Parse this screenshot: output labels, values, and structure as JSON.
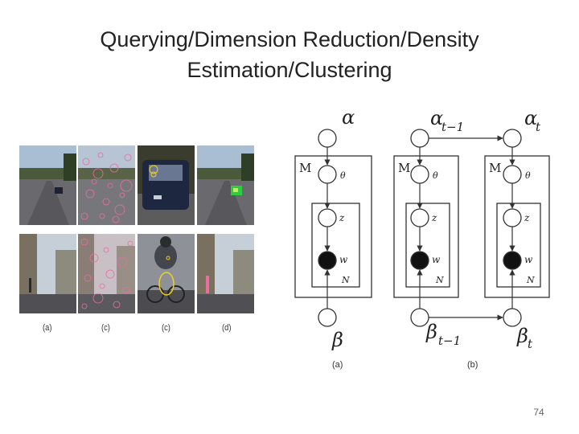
{
  "slide": {
    "title_line1": "Querying/Dimension Reduction/Density",
    "title_line2": "Estimation/Clustering",
    "page_number": "74"
  },
  "photo_panel": {
    "labels": [
      "(a)",
      "(c)",
      "(c)",
      "(d)"
    ]
  },
  "model_a": {
    "label": "(a)",
    "alpha": "α",
    "beta": "β",
    "theta": "θ",
    "z": "z",
    "w": "w",
    "plate_M": "M",
    "plate_N": "N"
  },
  "model_b": {
    "label": "(b)",
    "alpha_prev_sym": "α",
    "alpha_prev_sub": "t−1",
    "alpha_t_sym": "α",
    "alpha_t_sub": "t",
    "beta_prev_sym": "β",
    "beta_prev_sub": "t−1",
    "beta_t_sym": "β",
    "beta_t_sub": "t",
    "theta": "θ",
    "z": "z",
    "w": "w",
    "plate_M": "M",
    "plate_N": "N"
  },
  "colors": {
    "title_text": "#222222",
    "node_stroke": "#333333",
    "observed_node_fill": "#111111",
    "photo_sky": "#9fb4cc",
    "photo_road": "#5a5a5e",
    "interest_point": "#e86fa0",
    "highlight_green": "#2ecc40",
    "highlight_yellow": "#f1d21b"
  }
}
